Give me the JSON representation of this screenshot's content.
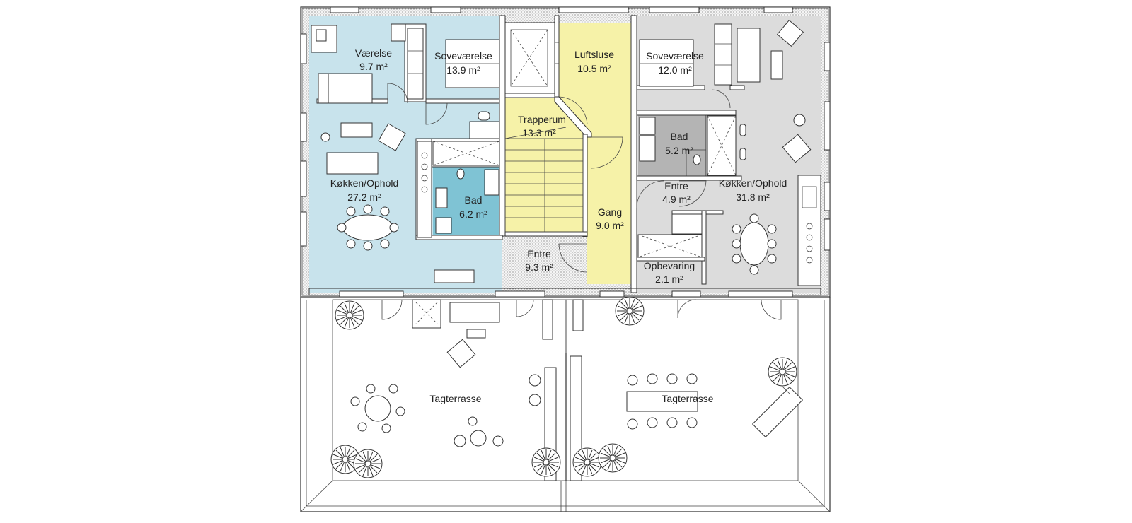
{
  "colors": {
    "apartment_left": "#c8e3ec",
    "bath_left": "#7fc3d4",
    "common": "#f6f2a8",
    "apartment_right": "#dcdcdc",
    "bath_right": "#b4b4b4",
    "wall": "#333333"
  },
  "rooms": {
    "vaerelse": {
      "name": "Værelse",
      "area": "9.7 m²"
    },
    "sovevaerelse_left": {
      "name": "Soveværelse",
      "area": "13.9 m²"
    },
    "kokken_left": {
      "name": "Køkken/Ophold",
      "area": "27.2 m²"
    },
    "bad_left": {
      "name": "Bad",
      "area": "6.2 m²"
    },
    "entre_left": {
      "name": "Entre",
      "area": "9.3 m²"
    },
    "trapperum": {
      "name": "Trapperum",
      "area": "13.3 m²"
    },
    "luftsluse": {
      "name": "Luftsluse",
      "area": "10.5 m²"
    },
    "gang": {
      "name": "Gang",
      "area": "9.0 m²"
    },
    "sovevaerelse_right": {
      "name": "Soveværelse",
      "area": "12.0 m²"
    },
    "bad_right": {
      "name": "Bad",
      "area": "5.2 m²"
    },
    "entre_right": {
      "name": "Entre",
      "area": "4.9 m²"
    },
    "kokken_right": {
      "name": "Køkken/Ophold",
      "area": "31.8 m²"
    },
    "opbevaring": {
      "name": "Opbevaring",
      "area": "2.1 m²"
    }
  },
  "terraces": {
    "left": {
      "name": "Tagterrasse"
    },
    "right": {
      "name": "Tagterrasse"
    }
  }
}
